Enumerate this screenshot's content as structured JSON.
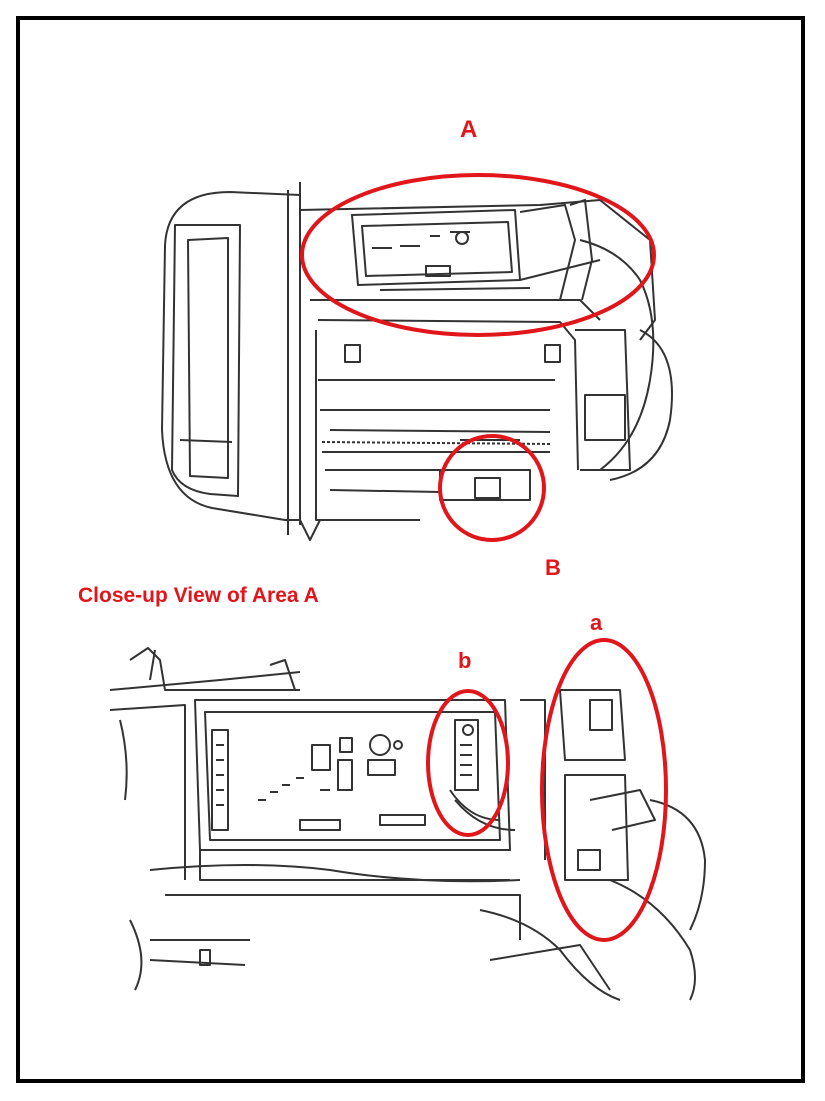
{
  "labels": {
    "area_a": "A",
    "area_b": "B",
    "caption": "Close-up View of Area A",
    "connector_a": "a",
    "connector_b": "b"
  },
  "colors": {
    "callout": "#e0161b",
    "line": "#333333",
    "frame": "#000000"
  }
}
